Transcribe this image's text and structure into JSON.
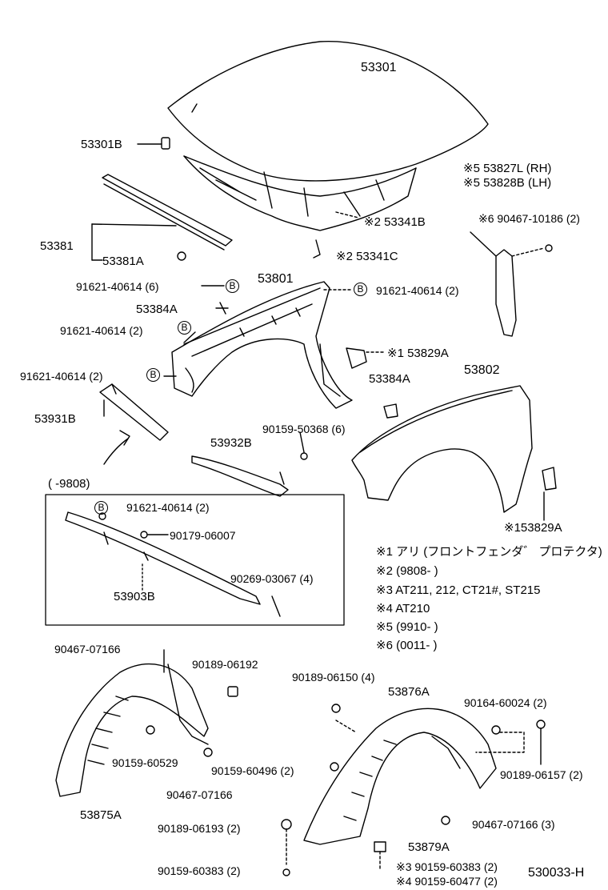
{
  "diagram": {
    "reference_code": "530033-H",
    "section_label": "(      -9808)",
    "callout_letter": "B",
    "labels": {
      "hood": "53301",
      "hood_cushion": "53301B",
      "hood_insulator": "※2 53341B",
      "insulator_clip": "※2 53341C",
      "hood_lock_support": "53381",
      "lock_support_clip": "53381A",
      "bolt_top_left": "91621-40614 (6)",
      "clip_53384A_top": "53384A",
      "bolt_left_2a": "91621-40614 (2)",
      "bolt_left_2b": "91621-40614 (2)",
      "apron": "53801",
      "bolt_right": "91621-40614 (2)",
      "protector_1": "※1 53829A",
      "clip_53384A_mid": "53384A",
      "fender": "53802",
      "protector_2": "※153829A",
      "bracket_left": "53931B",
      "bracket_center": "53932B",
      "screw_6": "90159-50368 (6)",
      "panel_53827L": "※5 53827L (RH)",
      "panel_53828B": "※5 53828B (LH)",
      "clip_90467": "※6 90467-10186 (2)",
      "box_bolt": "91621-40614 (2)",
      "box_nut": "90179-06007",
      "box_bolt_90269": "90269-03067 (4)",
      "box_part": "53903B",
      "clip_l_90467_top": "90467-07166",
      "clip_l_90189": "90189-06192",
      "screw_l_90159": "90159-60529",
      "screw_l_90159_2": "90159-60496 (2)",
      "clip_l_90467_bottom": "90467-07166",
      "liner_left": "53875A",
      "clip_r_90189_top": "90189-06150 (4)",
      "liner_right": "53876A",
      "clip_r_90164": "90164-60024 (2)",
      "clip_r_90189_right": "90189-06157 (2)",
      "clip_r_90467": "90467-07166 (3)",
      "clip_r_90189_bottom": "90189-06193 (2)",
      "part_53879A": "53879A",
      "screw_r_90159_bottom": "90159-60383 (2)",
      "screw_r_90159_3": "※3 90159-60383 (2)",
      "screw_r_90159_4": "※4 90159-60477 (2)"
    },
    "notes": [
      "※1 アリ (フロントフェンダ゛ プロテクタ)",
      "※2 (9808-        )",
      "※3 AT211, 212, CT21#, ST215",
      "※4 AT210",
      "※5 (9910-        )",
      "※6 (0011-        )"
    ]
  }
}
